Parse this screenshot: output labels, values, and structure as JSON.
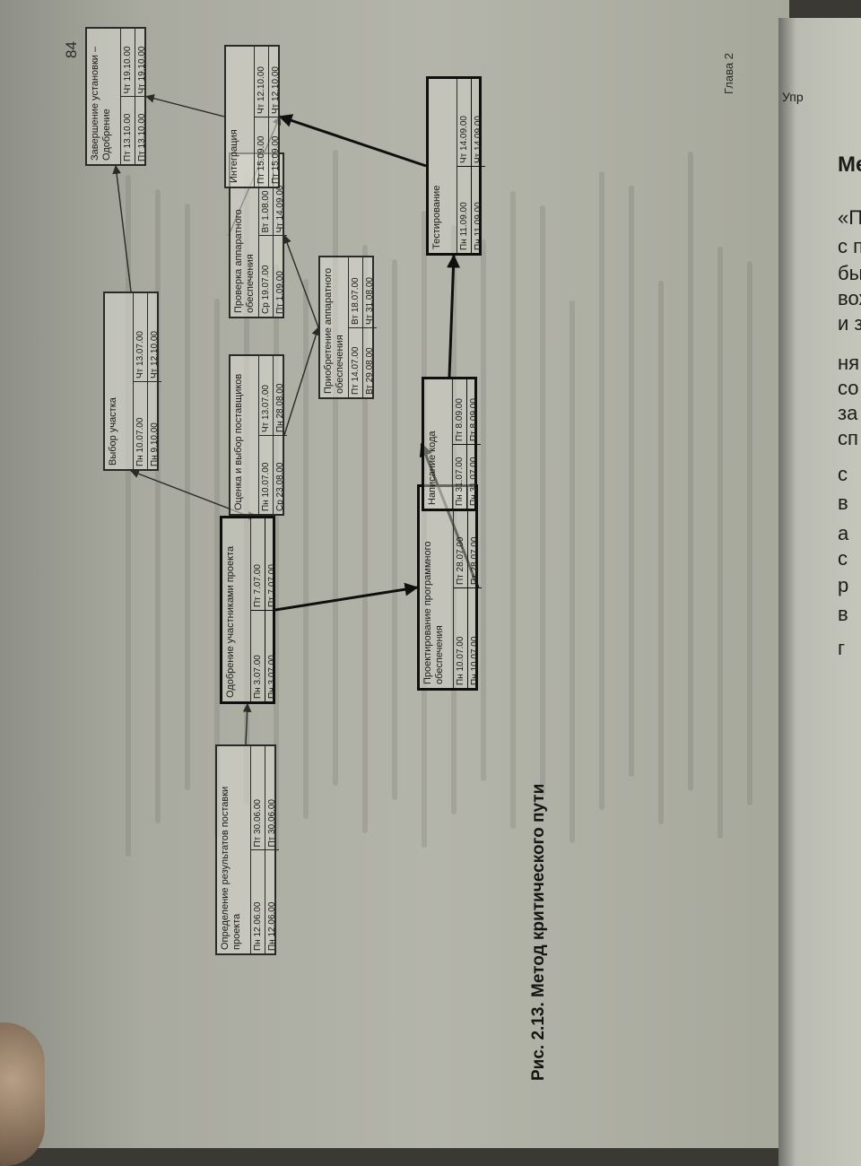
{
  "page": {
    "number": "84",
    "chapter": "Глава 2"
  },
  "caption": {
    "label": "Рис. 2.13.",
    "text": "Метод критического пути"
  },
  "facing_page": {
    "lines": [
      "Упр",
      "Ме",
      "«П",
      "с п",
      "бы",
      "вох",
      "и з",
      "ня",
      "со",
      "за",
      "сп",
      "с",
      "в",
      "а",
      "с",
      "р",
      "в",
      "г"
    ]
  },
  "nodes": [
    {
      "id": "n1",
      "title": "Определение результатов поставки проекта",
      "cells": [
        "Пн 12.06.00",
        "Пт 30.06.00",
        "Пн 12.06.00",
        "Пт 30.06.00"
      ],
      "critical": false
    },
    {
      "id": "n2",
      "title": "Одобрение участниками проекта",
      "cells": [
        "Пн 3.07.00",
        "Пт 7.07.00",
        "Пн 3.07.00",
        "Пт 7.07.00"
      ],
      "critical": true
    },
    {
      "id": "n3",
      "title": "Выбор участка",
      "cells": [
        "Пн 10.07.00",
        "Чт 13.07.00",
        "Пн 9.10.00",
        "Чт 12.10.00"
      ],
      "critical": false
    },
    {
      "id": "n4",
      "title": "Оценка и выбор поставщиков",
      "cells": [
        "Пн 10.07.00",
        "Чт 13.07.00",
        "Ср 23.08.00",
        "Пн 28.08.00"
      ],
      "critical": false
    },
    {
      "id": "n5",
      "title": "Приобретение аппаратного обеспечения",
      "cells": [
        "Пт 14.07.00",
        "Вт 18.07.00",
        "Вт 29.08.00",
        "Чт 31.08.00"
      ],
      "critical": false
    },
    {
      "id": "n6",
      "title": "Проверка аппаратного обеспечения",
      "cells": [
        "Ср 19.07.00",
        "Вт 1.08.00",
        "Пт 1.09.00",
        "Чт 14.09.00"
      ],
      "critical": false
    },
    {
      "id": "n7",
      "title": "Интеграция",
      "cells": [
        "Пт 15.09.00",
        "Чт 12.10.00",
        "Пт 15.09.00",
        "Чт 12.10.00"
      ],
      "critical": false
    },
    {
      "id": "n8",
      "title": "Завершение установки – Одобрение",
      "cells": [
        "Пт 13.10.00",
        "Чт 19.10.00",
        "Пт 13.10.00",
        "Чт 19.10.00"
      ],
      "critical": false
    },
    {
      "id": "n9",
      "title": "Проектирование программного обеспечения",
      "cells": [
        "Пн 10.07.00",
        "Пт 28.07.00",
        "Пн 10.07.00",
        "Пт 28.07.00"
      ],
      "critical": true
    },
    {
      "id": "n10",
      "title": "Написание кода",
      "cells": [
        "Пн 31.07.00",
        "Пт 8.09.00",
        "Пн 31.07.00",
        "Пт 8.09.00"
      ],
      "critical": true
    },
    {
      "id": "n11",
      "title": "Тестирование",
      "cells": [
        "Пн 11.09.00",
        "Чт 14.09.00",
        "Пн 11.09.00",
        "Чт 14.09.00"
      ],
      "critical": true
    }
  ],
  "links": [
    {
      "from": "n1",
      "to": "n2",
      "critical": false
    },
    {
      "from": "n2",
      "to": "n3",
      "critical": false
    },
    {
      "from": "n2",
      "to": "n4",
      "critical": false
    },
    {
      "from": "n2",
      "to": "n9",
      "critical": true
    },
    {
      "from": "n4",
      "to": "n5",
      "critical": false
    },
    {
      "from": "n5",
      "to": "n6",
      "critical": false
    },
    {
      "from": "n6",
      "to": "n7",
      "critical": false
    },
    {
      "from": "n3",
      "to": "n8",
      "critical": false
    },
    {
      "from": "n7",
      "to": "n8",
      "critical": false
    },
    {
      "from": "n9",
      "to": "n10",
      "critical": true
    },
    {
      "from": "n10",
      "to": "n11",
      "critical": true
    },
    {
      "from": "n11",
      "to": "n7",
      "critical": true
    }
  ]
}
